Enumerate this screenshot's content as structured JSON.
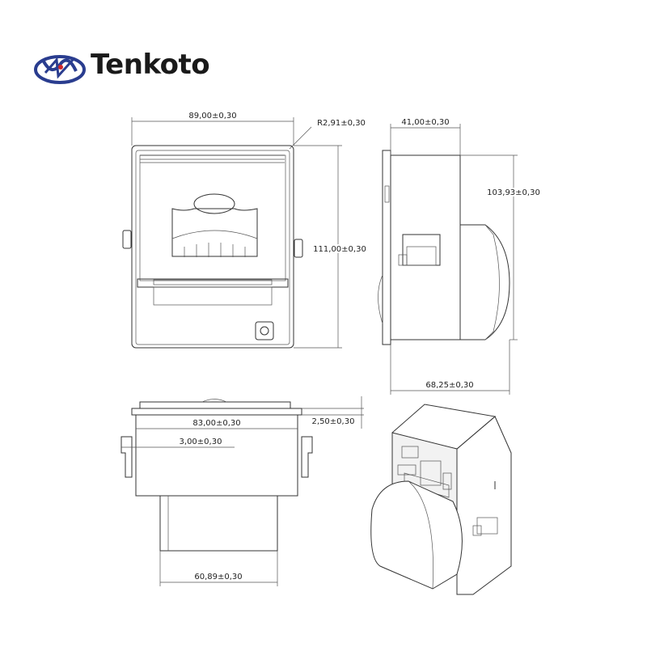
{
  "brand": {
    "name": "Tenkoto",
    "logo_color": "#2a3d8f",
    "logo_accent": "#d0262b"
  },
  "dimensions": {
    "front_width": "89,00±0,30",
    "corner_radius": "R2,91±0,30",
    "front_height": "111,00±0,30",
    "side_depth_top": "41,00±0,30",
    "side_height": "103,93±0,30",
    "side_depth_bottom": "68,25±0,30",
    "top_inner_width": "83,00±0,30",
    "top_flange": "2,50±0,30",
    "top_clip": "3,00±0,30",
    "bottom_width": "60,89±0,30"
  }
}
